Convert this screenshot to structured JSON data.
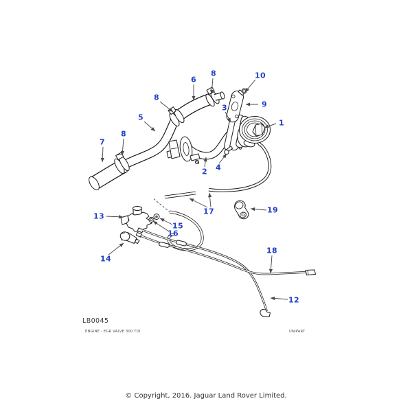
{
  "colors": {
    "callout_blue": "#2140c9",
    "line_black": "#1c1c1c"
  },
  "diagram": {
    "code": "LB0045",
    "caption": "ENGINE - EGR VALVE 300 TDI",
    "brand": "UNIPART",
    "callouts": {
      "c1": "1",
      "c2": "2",
      "c3": "3",
      "c4": "4",
      "c5": "5",
      "c6": "6",
      "c7": "7",
      "c8a": "8",
      "c8b": "8",
      "c8c": "8",
      "c9": "9",
      "c10": "10",
      "c12": "12",
      "c13": "13",
      "c14": "14",
      "c15": "15",
      "c16": "16",
      "c17": "17",
      "c18": "18",
      "c19": "19"
    }
  },
  "footer": {
    "copyright": "© Copyright, 2016. Jaguar Land Rover Limited."
  }
}
